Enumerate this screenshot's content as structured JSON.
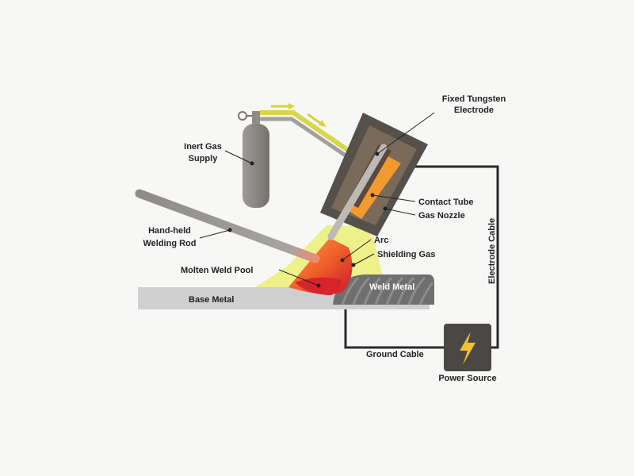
{
  "labels": {
    "tungsten_line1": "Fixed Tungsten",
    "tungsten_line2": "Electrode",
    "inert_gas_line1": "Inert Gas",
    "inert_gas_line2": "Supply",
    "contact_tube": "Contact Tube",
    "gas_nozzle": "Gas Nozzle",
    "welding_rod_line1": "Hand-held",
    "welding_rod_line2": "Welding Rod",
    "arc": "Arc",
    "shielding_gas": "Shielding Gas",
    "molten_pool": "Molten Weld Pool",
    "weld_metal": "Weld Metal",
    "base_metal": "Base Metal",
    "electrode_cable": "Electrode Cable",
    "ground_cable": "Ground Cable",
    "power_source": "Power Source"
  },
  "colors": {
    "background": "#f7f7f6",
    "shielding_gas": "#eef08a",
    "gas_arrows": "#d4d43a",
    "nozzle_dark": "#55504a",
    "nozzle_inner": "#7a6a5a",
    "contact_tube": "#f29a2e",
    "molten_pool": "#d7232b",
    "arc_orange": "#f2762e",
    "base_metal": "#cfcfcf",
    "weld_metal": "#6f6f6f",
    "cable": "#2a2a2a",
    "power_box": "#4a4745",
    "lightning": "#f2c12e",
    "cylinder": "#8f8c88"
  },
  "icons": {
    "power": "lightning-bolt-icon"
  }
}
